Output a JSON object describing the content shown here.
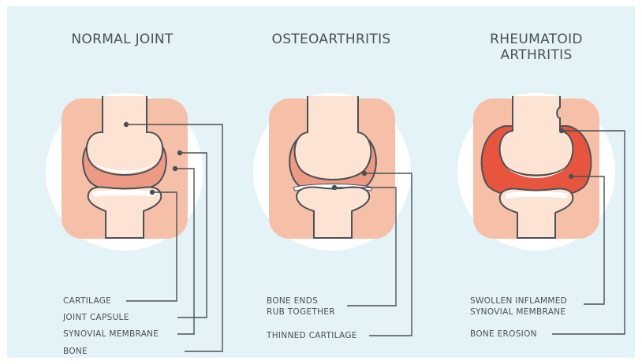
{
  "panels": [
    {
      "id": "normal",
      "title": "NORMAL JOINT",
      "labels": [
        "CARTILAGE",
        "JOINT CAPSULE",
        "SYNOVIAL MEMBRANE",
        "BONE"
      ]
    },
    {
      "id": "osteo",
      "title": "OSTEOARTHRITIS",
      "labels": [
        "BONE ENDS\nRUB TOGETHER",
        "THINNED CARTILAGE"
      ]
    },
    {
      "id": "rheum",
      "title": "RHEUMATOID\nARTHRITIS",
      "labels": [
        "SWOLLEN INFLAMMED\nSYNOVIAL MEMBRANE",
        "BONE EROSION"
      ]
    }
  ],
  "colors": {
    "background": "#e3f3f7",
    "circle": "#ffffff",
    "capsule": "#f6c0a8",
    "synovial": "#ed9a84",
    "inflamed": "#e8553f",
    "bone": "#fde3d3",
    "outline": "#4a5157",
    "cartilage": "#ffffff"
  }
}
